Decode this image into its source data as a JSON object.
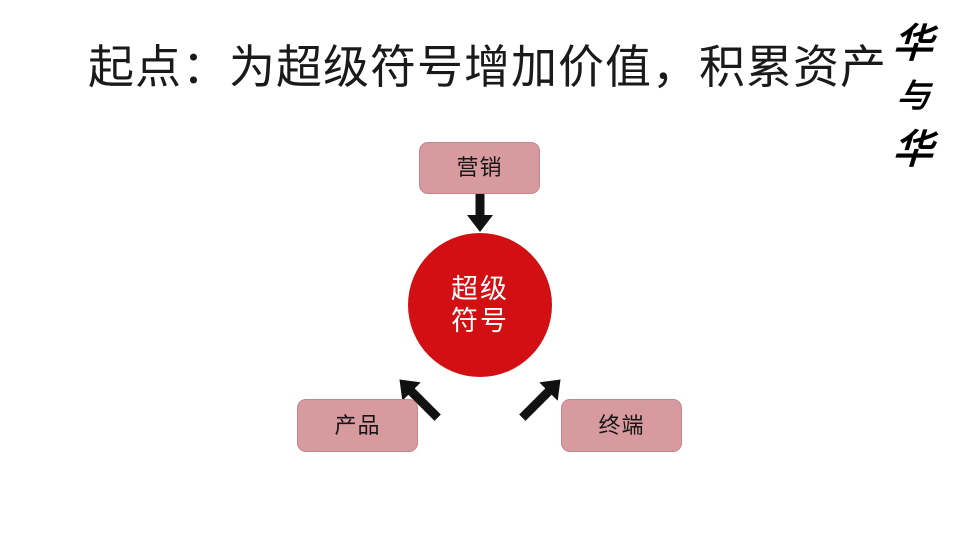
{
  "slide": {
    "background_color": "#ffffff",
    "title": "起点：为超级符号增加价值，积累资产"
  },
  "brand": {
    "name": "华与华",
    "glyphs": [
      "华",
      "与",
      "华"
    ],
    "orientation": "vertical"
  },
  "diagram": {
    "type": "hub-and-spoke",
    "core": {
      "label_line1": "超级",
      "label_line2": "符号",
      "full_label": "超级符号",
      "shape": "circle",
      "fill_color": "#d20f12",
      "text_color": "#ffffff"
    },
    "nodes": [
      {
        "id": "marketing",
        "label": "营销",
        "position": "top",
        "fill_color": "#d79a9e",
        "border_color": "#c4868b",
        "text_color": "#161616"
      },
      {
        "id": "product",
        "label": "产品",
        "position": "bottom-left",
        "fill_color": "#d79a9e",
        "border_color": "#c4868b",
        "text_color": "#161616"
      },
      {
        "id": "terminal",
        "label": "终端",
        "position": "bottom-right",
        "fill_color": "#d79a9e",
        "border_color": "#c4868b",
        "text_color": "#161616"
      }
    ],
    "arrows": [
      {
        "id": "marketing-to-core",
        "from": "marketing",
        "to": "core",
        "direction": "down",
        "color": "#111111"
      },
      {
        "id": "product-to-core",
        "from": "product",
        "to": "core",
        "direction": "up-right",
        "color": "#111111"
      },
      {
        "id": "terminal-to-core",
        "from": "terminal",
        "to": "core",
        "direction": "up-left",
        "color": "#111111"
      }
    ]
  }
}
